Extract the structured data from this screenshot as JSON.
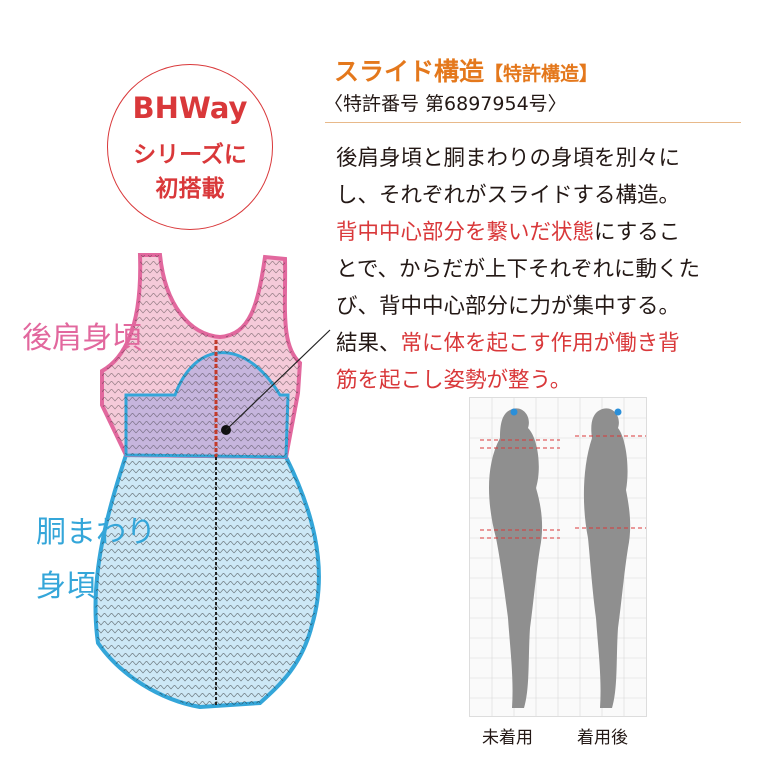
{
  "badge": {
    "line1": "BHWay",
    "line2": "シリーズに",
    "line3": "初搭載"
  },
  "heading": {
    "title": "スライド構造",
    "tag": "【特許構造】",
    "patent": "〈特許番号 第6897954号〉"
  },
  "description": {
    "l1": "後肩身頃と胴まわりの身頃を別々に",
    "l2": "し、それぞれがスライドする構造。",
    "l3_red": "背中中心部分を繋いだ状態",
    "l3": "にするこ",
    "l4": "とで、からだが上下それぞれに動くた",
    "l5": "び、背中中心部分に力が集中する。",
    "l6": "結果、",
    "l6_red": "常に体を起こす作用が働き背",
    "l7_red": "筋を起こし姿勢が整う。"
  },
  "labels": {
    "shoulder": "後肩身頃",
    "waist1": "胴まわり",
    "waist2": "身頃"
  },
  "captions": {
    "before": "未着用",
    "after": "着用後"
  },
  "colors": {
    "accent_orange": "#e4781c",
    "red": "#d9383a",
    "pink": "#e2689e",
    "blue": "#34a6d9"
  }
}
